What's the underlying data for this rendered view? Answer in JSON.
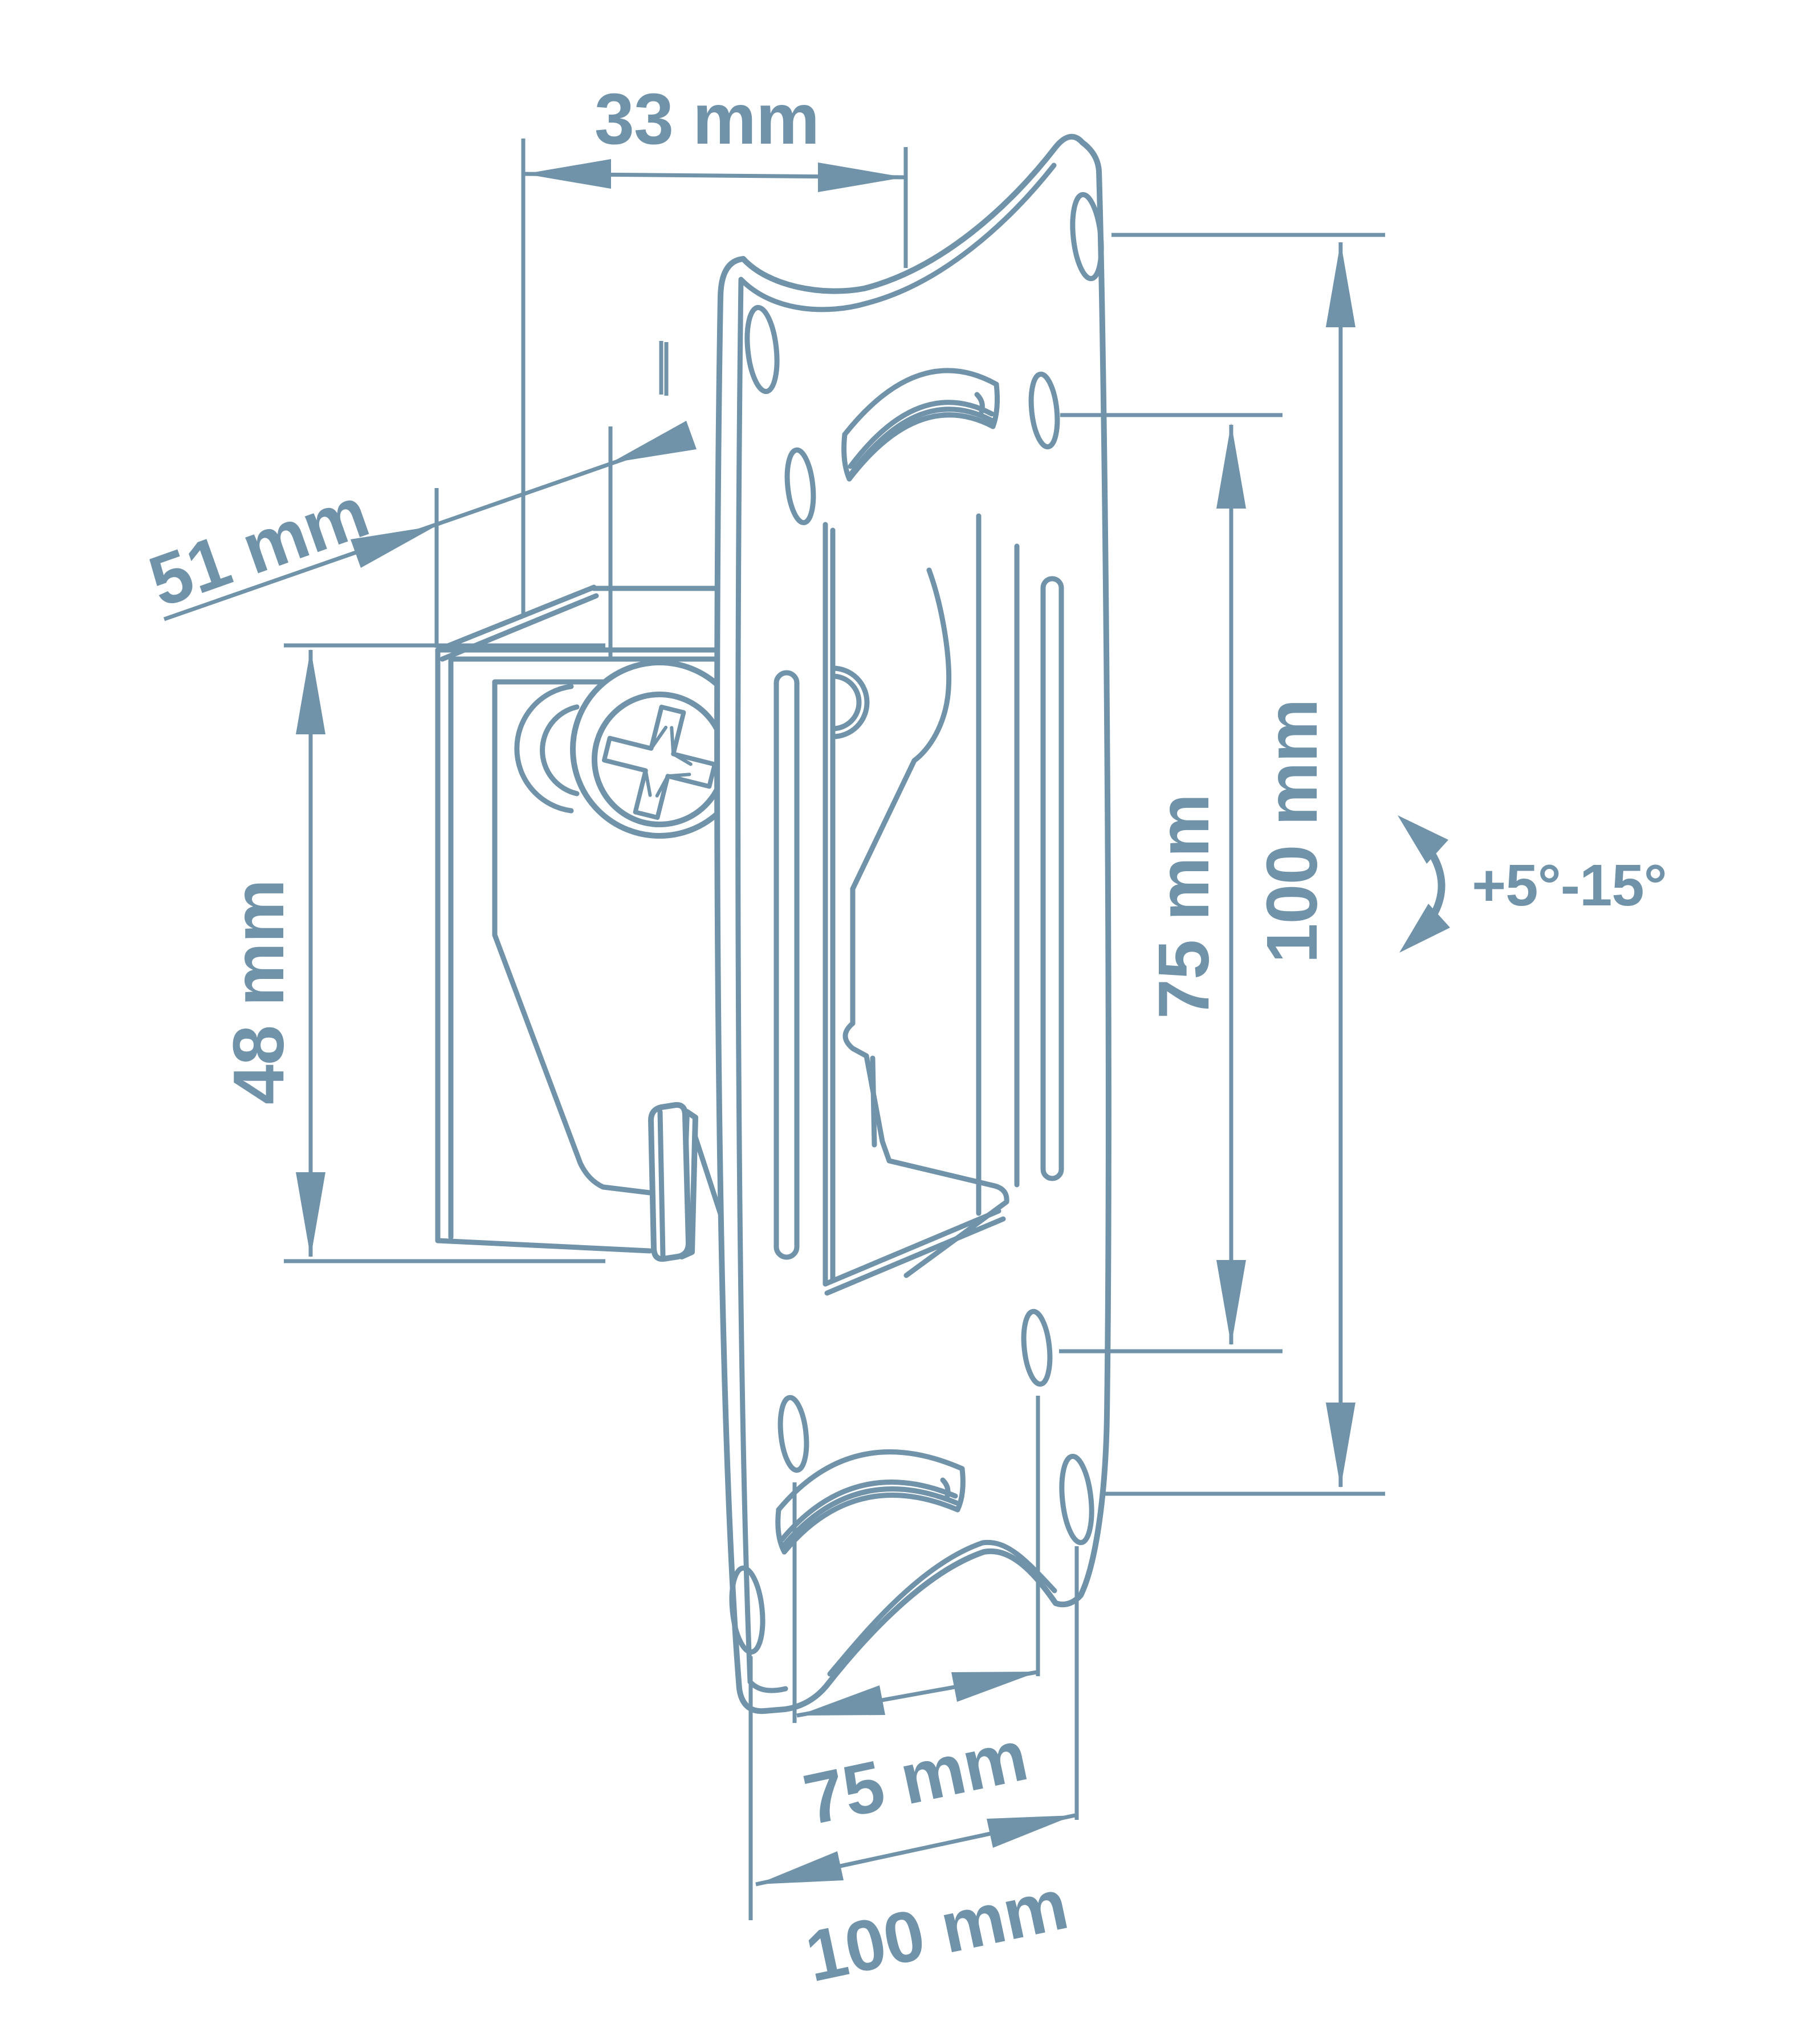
{
  "diagram": {
    "type": "technical-dimension-drawing",
    "subject": "tilting VESA monitor wall mount bracket, side three-quarter view",
    "colors": {
      "ink": "#7193a9",
      "background": "#ffffff"
    },
    "annotations": {
      "top_width": {
        "text": "33 mm"
      },
      "bracket_depth": {
        "text": "51 mm"
      },
      "bracket_height": {
        "text": "48 mm"
      },
      "vesa_75_vertical": {
        "text": "75 mm"
      },
      "vesa_100_vertical": {
        "text": "100 mm"
      },
      "tilt_range": {
        "text": "+5°-15°"
      },
      "vesa_75_horizontal": {
        "text": "75 mm"
      },
      "vesa_100_horizontal": {
        "text": "100 mm"
      }
    }
  }
}
